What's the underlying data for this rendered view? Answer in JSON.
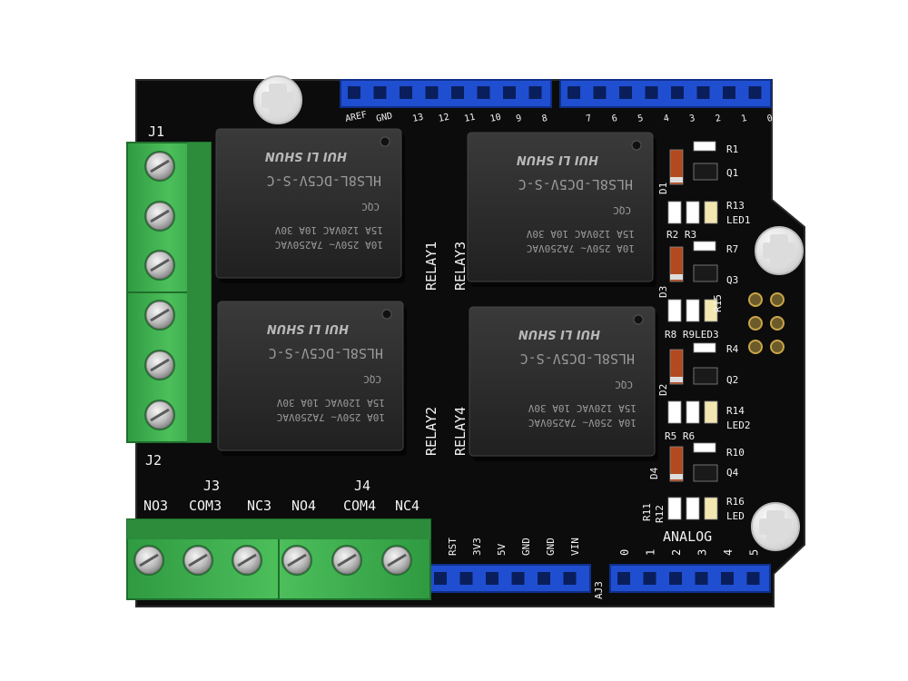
{
  "board": {
    "terminal_block_labels": {
      "left_top": "J1",
      "left_bottom": "J2",
      "bottom_left": "J3",
      "bottom_right": "J4"
    },
    "terminal_labels": [
      "NO3",
      "COM3",
      "NC3",
      "NO4",
      "COM4",
      "NC4"
    ],
    "relay_labels": [
      "RELAY1",
      "RELAY3",
      "RELAY2",
      "RELAY4"
    ],
    "relay_markings": {
      "model": "HLS8L-DC5V-S-C",
      "brand": "HUI LI SHUN",
      "rating_line1": "10A 250V~   7A250VAC",
      "rating_line2": "15A 120VAC   10A 30V",
      "cert": "CQC"
    },
    "top_header_labels": [
      "AREF",
      "GND",
      "13",
      "12",
      "11",
      "10",
      "9",
      "8",
      "7",
      "6",
      "5",
      "4",
      "3",
      "2",
      "1",
      "0"
    ],
    "power_header_labels": [
      "RST",
      "3V3",
      "5V",
      "GND",
      "GND",
      "VIN"
    ],
    "power_header_extra": "AJ3",
    "analog_label": "ANALOG",
    "analog_pin_labels": [
      "0",
      "1",
      "2",
      "3",
      "4",
      "5"
    ],
    "components": [
      {
        "id": "R1",
        "text": "R1"
      },
      {
        "id": "Q1",
        "text": "Q1"
      },
      {
        "id": "D1",
        "text": "D1"
      },
      {
        "id": "R13",
        "text": "R13"
      },
      {
        "id": "LED1",
        "text": "LED1"
      },
      {
        "id": "R2R3",
        "text": "R2 R3"
      },
      {
        "id": "R7",
        "text": "R7"
      },
      {
        "id": "Q3",
        "text": "Q3"
      },
      {
        "id": "D3",
        "text": "D3"
      },
      {
        "id": "R15",
        "text": "R15"
      },
      {
        "id": "R8R9LED3",
        "text": "R8  R9LED3"
      },
      {
        "id": "R4",
        "text": "R4"
      },
      {
        "id": "Q2",
        "text": "Q2"
      },
      {
        "id": "D2",
        "text": "D2"
      },
      {
        "id": "R14",
        "text": "R14"
      },
      {
        "id": "LED2",
        "text": "LED2"
      },
      {
        "id": "R5R6",
        "text": "R5  R6"
      },
      {
        "id": "R10",
        "text": "R10"
      },
      {
        "id": "Q4",
        "text": "Q4"
      },
      {
        "id": "D4",
        "text": "D4"
      },
      {
        "id": "R11",
        "text": "R11"
      },
      {
        "id": "R12",
        "text": "R12"
      },
      {
        "id": "R16",
        "text": "R16"
      },
      {
        "id": "LED4",
        "text": "LED"
      }
    ]
  },
  "colors": {
    "pcb": "#0c0c0c",
    "terminal_green": "#3fae4f",
    "header_blue": "#1f4fd0",
    "relay_body": "#2b2b2b",
    "standoff": "#e9e9e9"
  }
}
